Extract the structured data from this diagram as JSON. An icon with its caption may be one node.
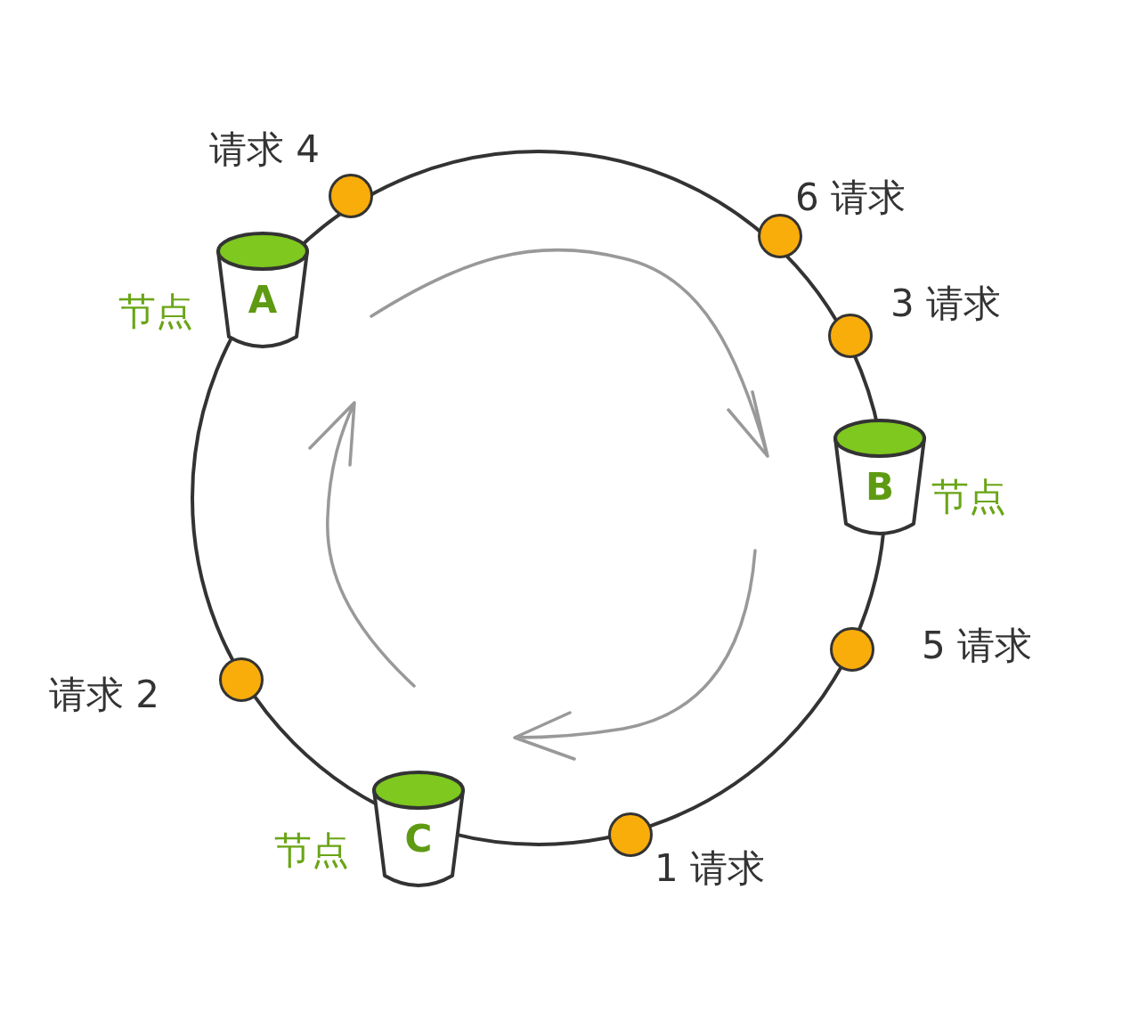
{
  "diagram": {
    "nodes": [
      {
        "text": [],
        "shape": "circle",
        "beside": [
          "请求 4"
        ]
      },
      {
        "text": [],
        "shape": "circle",
        "beside": [
          "6 请求"
        ]
      },
      {
        "text": [
          "A"
        ],
        "beside": [
          "节点"
        ]
      },
      {
        "text": [],
        "shape": "circle",
        "beside": [
          "3 请求"
        ]
      },
      {
        "text": [
          "B"
        ],
        "beside": [
          "节点"
        ]
      },
      {
        "text": [],
        "shape": "circle",
        "beside": [
          "5 请求"
        ]
      },
      {
        "text": [],
        "shape": "circle",
        "beside": [
          "请求 2"
        ]
      },
      {
        "text": [
          "C"
        ],
        "beside": [
          "节点"
        ]
      },
      {
        "text": [],
        "shape": "circle",
        "beside": [
          "1 请求"
        ]
      }
    ]
  }
}
